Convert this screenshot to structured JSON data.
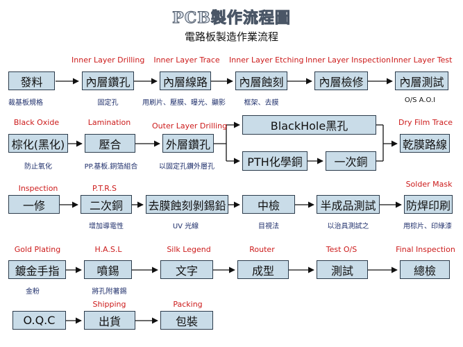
{
  "title": "PCB製作流程圖",
  "subtitle": "電路板製造作業流程",
  "steps": {
    "s1": {
      "label": "發料",
      "red": "",
      "note": "裁基板規格"
    },
    "s2": {
      "label": "內層鑽孔",
      "red": "Inner Layer Drilling",
      "note": "固定孔"
    },
    "s3": {
      "label": "內層線路",
      "red": "Inner Layer Trace",
      "note": "用刷片、壓膜、曝光、顯影"
    },
    "s4": {
      "label": "內層蝕刻",
      "red": "Inner Layer Etching",
      "note": "框架、去膜"
    },
    "s5": {
      "label": "內層檢修",
      "red": "Inner Layer Inspection",
      "note": ""
    },
    "s6": {
      "label": "內層測試",
      "red": "Inner Layer Test",
      "note": "O/S A.O.I"
    },
    "s7": {
      "label": "棕化(黑化)",
      "red": "Black Oxide",
      "note": "防止氧化"
    },
    "s8": {
      "label": "壓合",
      "red": "Lamination",
      "note": "PP.基板.銅箔組合"
    },
    "s9": {
      "label": "外層鑽孔",
      "red": "Outer Layer Drilling",
      "note": "以固定孔鑽外層孔"
    },
    "s10": {
      "label": "BlackHole黑孔",
      "red": "",
      "note": ""
    },
    "s11": {
      "label": "PTH化學銅",
      "red": "",
      "note": ""
    },
    "s12": {
      "label": "一次銅",
      "red": "",
      "note": ""
    },
    "s13": {
      "label": "乾膜路線",
      "red": "Dry Film Trace",
      "note": ""
    },
    "s14": {
      "label": "一修",
      "red": "Inspection",
      "note": ""
    },
    "s15": {
      "label": "二次銅",
      "red": "P.T.R.S",
      "note": "增加導電性"
    },
    "s16": {
      "label": "去膜蝕刻剝錫鉛",
      "red": "",
      "note": "UV 光線"
    },
    "s17": {
      "label": "中檢",
      "red": "",
      "note": "目視法"
    },
    "s18": {
      "label": "半成品測試",
      "red": "",
      "note": "以治具測試之"
    },
    "s19": {
      "label": "防焊印刷",
      "red": "Solder Mask",
      "note": "用棕片、印綠漆"
    },
    "s20": {
      "label": "鍍金手指",
      "red": "Gold Plating",
      "note": "金粉"
    },
    "s21": {
      "label": "噴錫",
      "red": "H.A.S.L",
      "note": "將孔附著錫"
    },
    "s22": {
      "label": "文字",
      "red": "Silk Legend",
      "note": ""
    },
    "s23": {
      "label": "成型",
      "red": "Router",
      "note": ""
    },
    "s24": {
      "label": "測試",
      "red": "Test O/S",
      "note": ""
    },
    "s25": {
      "label": "總檢",
      "red": "Final Inspection",
      "note": ""
    },
    "s26": {
      "label": "O.Q.C",
      "red": "",
      "note": ""
    },
    "s27": {
      "label": "出貨",
      "red": "Shipping",
      "note": ""
    },
    "s28": {
      "label": "包裝",
      "red": "Packing",
      "note": ""
    }
  }
}
